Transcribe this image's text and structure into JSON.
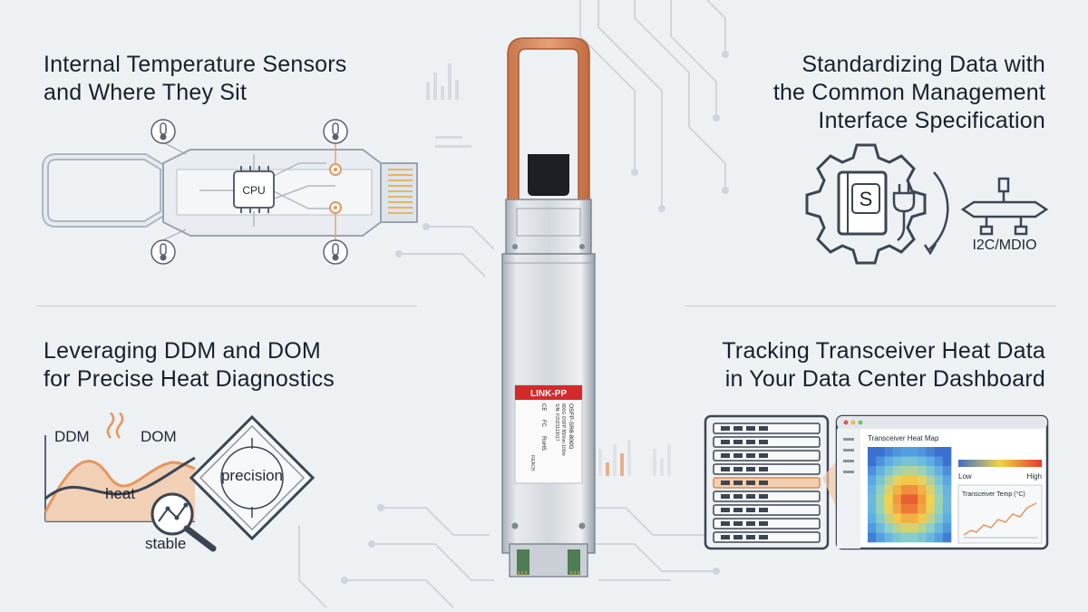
{
  "sections": {
    "top_left": {
      "line1": "Internal Temperature Sensors",
      "line2": "and Where They Sit"
    },
    "top_right": {
      "line1": "Standardizing Data with",
      "line2": "the Common Management",
      "line3": "Interface Specification"
    },
    "bottom_left": {
      "line1": "Leveraging DDM and DOM",
      "line2": "for Precise Heat Diagnostics"
    },
    "bottom_right": {
      "line1": "Tracking Transceiver Heat Data",
      "line2": "in Your Data Center Dashboard"
    }
  },
  "sensor_diagram": {
    "chip_label": "CPU"
  },
  "cmis_diagram": {
    "book_letter": "S",
    "bus_label": "I2C/MDIO"
  },
  "ddm_diagram": {
    "ddm_label": "DDM",
    "dom_label": "DOM",
    "heat_label": "heat",
    "stable_label": "stable",
    "precision_label": "precision"
  },
  "dashboard": {
    "heatmap_title": "Transceiver Heat Map",
    "legend_low": "Low",
    "legend_high": "High",
    "temp_title": "Transceiver Temp (°C)"
  },
  "module": {
    "brand": "LINK-PP",
    "label_lines": [
      "OSFP-SR8-800G",
      "800G OSFP 850nm 100m",
      "S/N: F2023113017"
    ],
    "marks": [
      "CE",
      "FC",
      "RoHS"
    ],
    "side_text": "REACH"
  },
  "colors": {
    "accent_copper": "#d9895a",
    "brand_red": "#d42a2a",
    "line_orange": "#e6965c",
    "heat_red": "#e23b2b",
    "heat_blue": "#3b6fd0"
  }
}
